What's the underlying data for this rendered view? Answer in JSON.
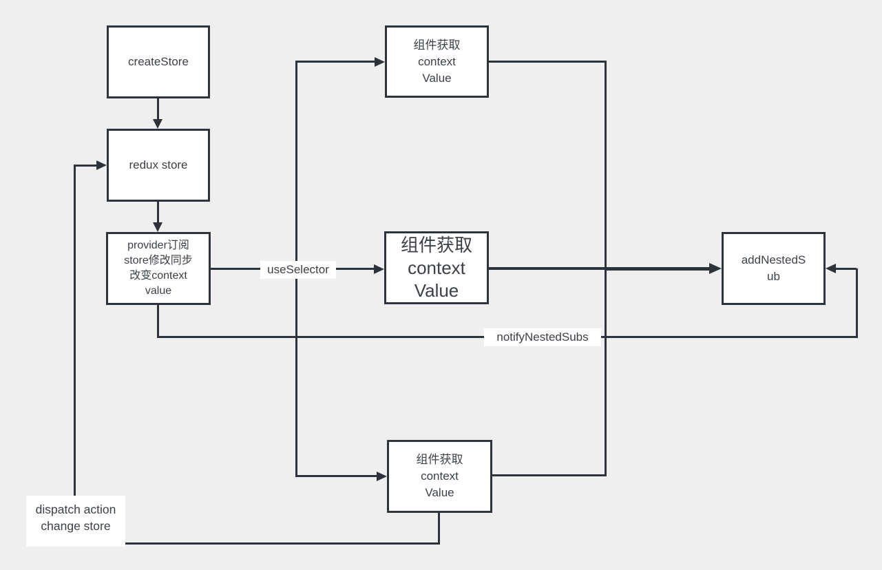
{
  "canvas": {
    "background": "#efefef",
    "line_color": "#2d333a",
    "node_fill": "#ffffff",
    "text_color": "#3c4147"
  },
  "nodes": {
    "create_store": {
      "label": "createStore"
    },
    "redux_store": {
      "label": "redux store"
    },
    "provider": {
      "lines": [
        "provider订阅",
        "store修改同步",
        "改变context",
        "value"
      ]
    },
    "component_top": {
      "lines": [
        "组件获取",
        "context",
        "Value"
      ]
    },
    "component_middle": {
      "lines": [
        "组件获取",
        "context",
        "Value"
      ]
    },
    "component_bottom": {
      "lines": [
        "组件获取",
        "context",
        "Value"
      ]
    },
    "add_nested_sub": {
      "lines": [
        "addNestedS",
        "ub"
      ]
    }
  },
  "edge_labels": {
    "use_selector": "useSelector",
    "notify_nested_subs": "notifyNestedSubs",
    "dispatch": {
      "lines": [
        "dispatch action",
        "change store"
      ]
    }
  }
}
